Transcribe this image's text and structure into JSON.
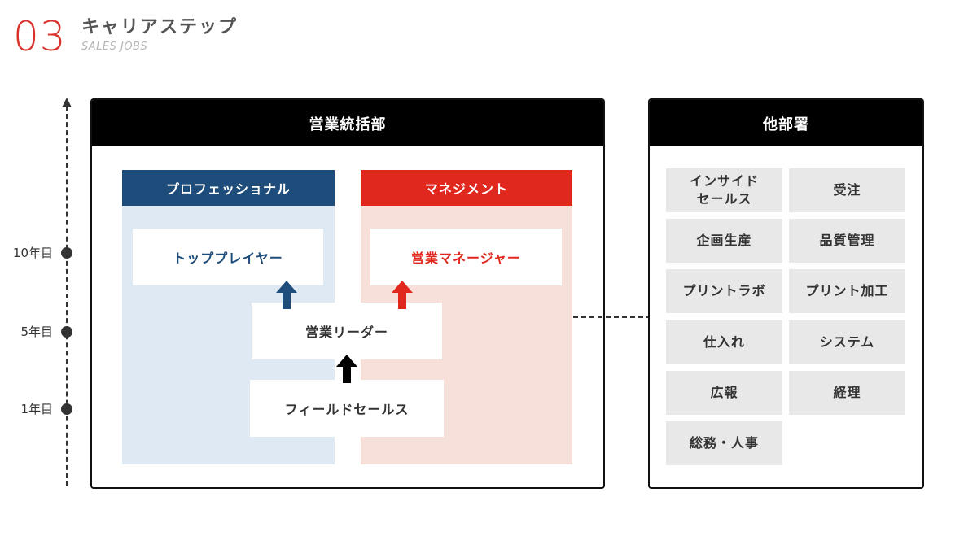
{
  "header": {
    "number": "03",
    "title": "キャリアステップ",
    "subtitle": "SALES JOBS"
  },
  "timeline": {
    "labels": [
      "10年目",
      "5年目",
      "1年目"
    ]
  },
  "sales_division": {
    "title": "営業統括部",
    "professional": {
      "title": "プロフェッショナル",
      "top": "トッププレイヤー",
      "color": "#1e4d7b",
      "bg": "#dfe9f4"
    },
    "management": {
      "title": "マネジメント",
      "top": "営業マネージャー",
      "color": "#e0281e",
      "bg": "#f8e0da"
    },
    "leader": "営業リーダー",
    "field": "フィールドセールス"
  },
  "other_departments": {
    "title": "他部署",
    "items": [
      "インサイドセールス",
      "受注",
      "企画生産",
      "品質管理",
      "プリントラボ",
      "プリント加工",
      "仕入れ",
      "システム",
      "広報",
      "経理",
      "総務・人事"
    ]
  }
}
